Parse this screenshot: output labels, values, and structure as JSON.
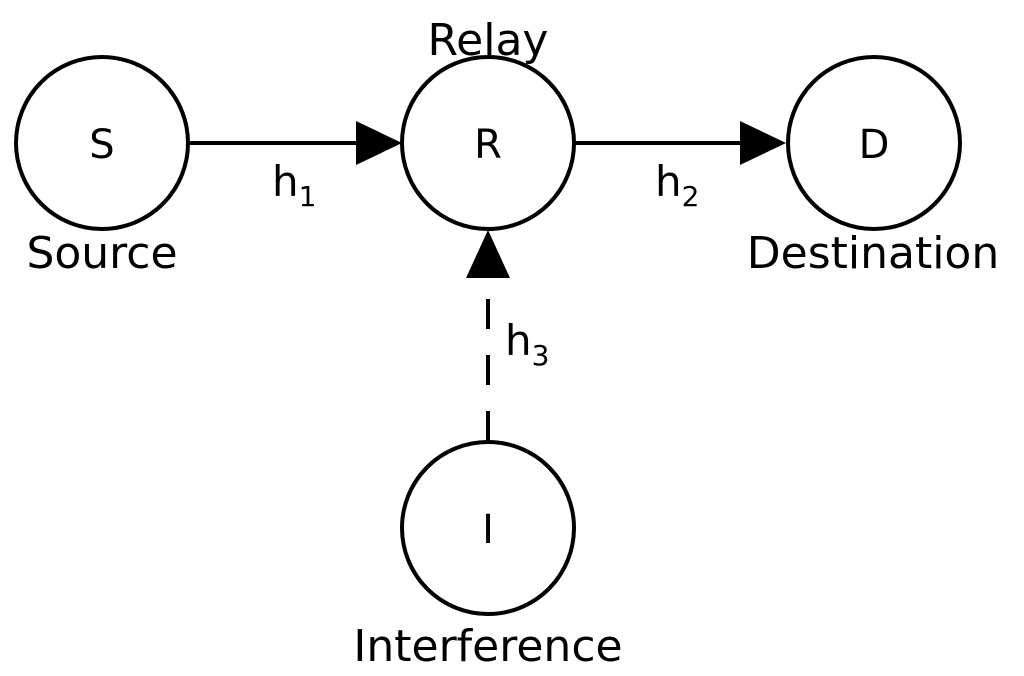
{
  "nodes": {
    "source": {
      "symbol": "S",
      "caption": "Source"
    },
    "relay": {
      "symbol": "R",
      "caption": "Relay"
    },
    "destination": {
      "symbol": "D",
      "caption": "Destination"
    },
    "interference": {
      "symbol": "I",
      "caption": "Interference"
    }
  },
  "edges": {
    "h1": {
      "base": "h",
      "sub": "1",
      "style": "solid"
    },
    "h2": {
      "base": "h",
      "sub": "2",
      "style": "solid"
    },
    "h3": {
      "base": "h",
      "sub": "3",
      "style": "dashed"
    }
  }
}
